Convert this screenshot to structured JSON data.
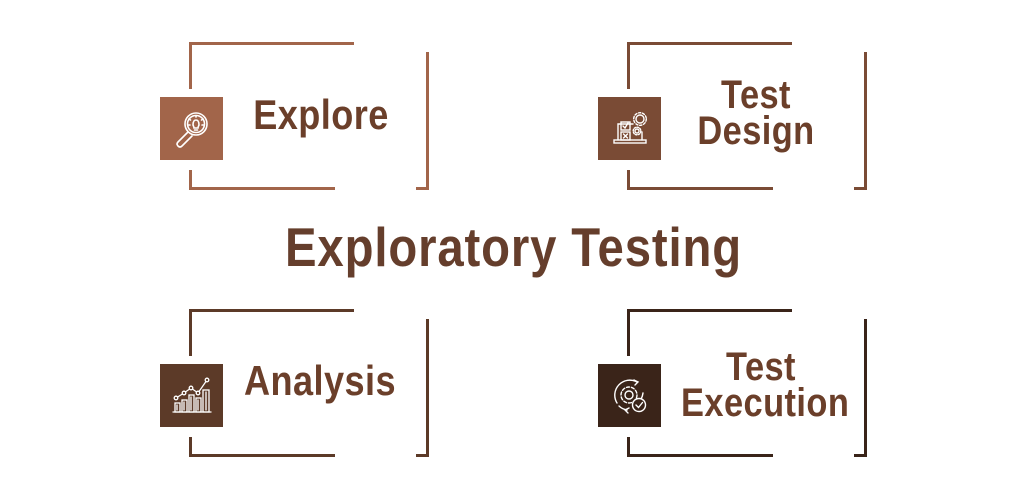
{
  "title": "Exploratory Testing",
  "colors": {
    "explore": "#a2654a",
    "test_design": "#7a4b35",
    "analysis": "#5c3a28",
    "test_execution": "#3a2419",
    "text": "#653e2c",
    "icon_stroke": "#ffffff"
  },
  "panels": [
    {
      "id": "explore",
      "lines": [
        "Explore"
      ],
      "icon": "magnifier-lightbulb-icon"
    },
    {
      "id": "test-design",
      "lines": [
        "Test",
        "Design"
      ],
      "icon": "checklist-gears-laptop-icon"
    },
    {
      "id": "analysis",
      "lines": [
        "Analysis"
      ],
      "icon": "bar-chart-trend-icon"
    },
    {
      "id": "test-execution",
      "lines": [
        "Test",
        "Execution"
      ],
      "icon": "gear-cycle-check-icon"
    }
  ]
}
